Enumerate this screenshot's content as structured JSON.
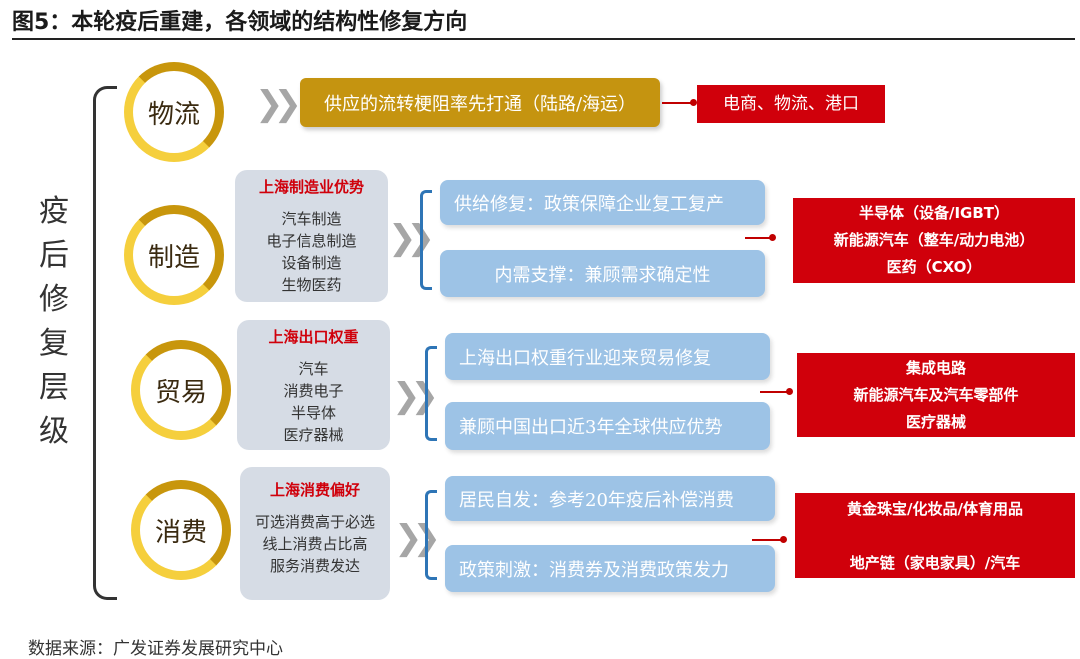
{
  "title": "图5：本轮疫后重建，各领域的结构性修复方向",
  "side_label": [
    "疫",
    "后",
    "修",
    "复",
    "层",
    "级"
  ],
  "rows": [
    {
      "name": "物流",
      "bar": "供应的流转梗阻率先打通（陆路/海运）",
      "targets": [
        "电商、物流、港口"
      ]
    },
    {
      "name": "制造",
      "heading": "上海制造业优势",
      "items": [
        "汽车制造",
        "电子信息制造",
        "设备制造",
        "生物医药"
      ],
      "paths": [
        "供给修复：政策保障企业复工复产",
        "内需支撑：兼顾需求确定性"
      ],
      "targets": [
        "半导体（设备/IGBT）",
        "新能源汽车（整车/动力电池）",
        "医药（CXO）"
      ]
    },
    {
      "name": "贸易",
      "heading": "上海出口权重",
      "items": [
        "汽车",
        "消费电子",
        "半导体",
        "医疗器械"
      ],
      "paths": [
        "上海出口权重行业迎来贸易修复",
        "兼顾中国出口近3年全球供应优势"
      ],
      "targets": [
        "集成电路",
        "新能源汽车及汽车零部件",
        "医疗器械"
      ]
    },
    {
      "name": "消费",
      "heading": "上海消费偏好",
      "items": [
        "可选消费高于必选",
        "线上消费占比高",
        "服务消费发达"
      ],
      "paths": [
        "居民自发：参考20年疫后补偿消费",
        "政策刺激：消费券及消费政策发力"
      ],
      "targets": [
        "黄金珠宝/化妆品/体育用品",
        "地产链（家电家具）/汽车"
      ]
    }
  ],
  "chevron": "❯❯",
  "source": "数据来源：广发证券发展研究中心",
  "colors": {
    "gold": "#c59410",
    "light_gold": "#f5cf3d",
    "red": "#d0000b",
    "blue": "#9dc3e6",
    "gray": "#d6dce5"
  }
}
